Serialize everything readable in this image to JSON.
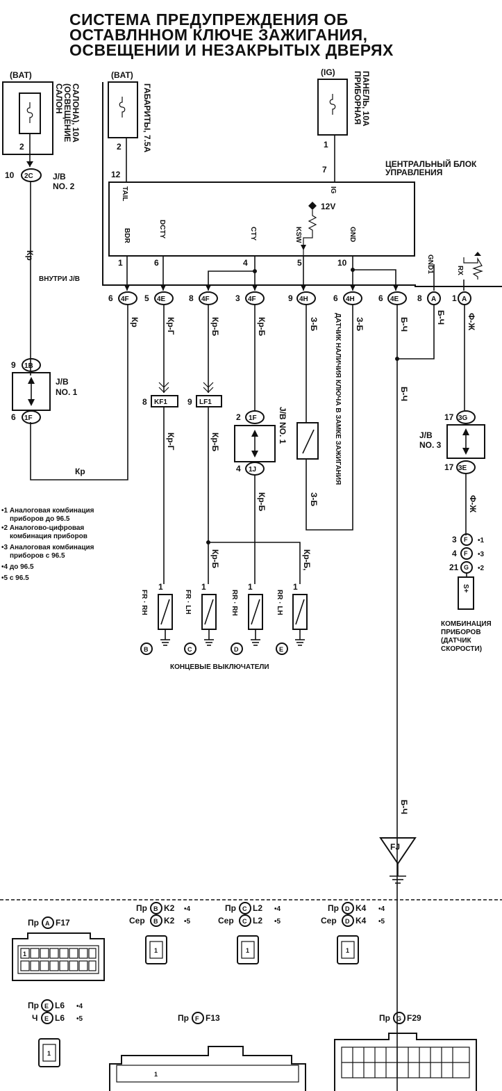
{
  "title": {
    "line1": "СИСТЕМА ПРЕДУПРЕЖДЕНИЯ ОБ",
    "line2": "ОСТАВЛННОМ КЛЮЧЕ ЗАЖИГАНИЯ,",
    "line3": "ОСВЕЩЕНИИ И НЕЗАКРЫТЫХ ДВЕРЯХ"
  },
  "fuses": {
    "salon": {
      "source": "(BAT)",
      "name_l1": "САЛОН",
      "name_l2": "(ОСВЕЩЕНИЕ",
      "name_l3": "САЛОНА), 10А",
      "pin": "2"
    },
    "gabarity": {
      "source": "(BAT)",
      "name": "ГАБАРИТЫ, 7.5А",
      "pin": "2"
    },
    "panel": {
      "source": "(IG)",
      "name_l1": "ПРИБОРНАЯ",
      "name_l2": "ПАНЕЛЬ, 10А",
      "pin": "1"
    }
  },
  "jb2": {
    "pin": "10",
    "conn": "2C",
    "label_l1": "J/B",
    "label_l2": "NO. 2"
  },
  "ecu": {
    "title_l1": "ЦЕНТРАЛЬНЫЙ БЛОК",
    "title_l2": "УПРАВЛЕНИЯ",
    "inside": "ВНУТРИ J/B",
    "v12": "12V",
    "pin_top_tail": "12",
    "pin_top_ig": "7",
    "term_tail": "TAIL",
    "term_ig": "IG",
    "term_bdr": "BDR",
    "term_dcty": "DCTY",
    "term_cty": "CTY",
    "term_ksw": "KSW",
    "term_gnd": "GND",
    "term_gnd1": "GND1",
    "term_rx": "RX",
    "inner_pins": [
      "1",
      "6",
      "4",
      "5",
      "10"
    ]
  },
  "connectors_row": [
    {
      "pin": "6",
      "conn": "4F"
    },
    {
      "pin": "5",
      "conn": "4E"
    },
    {
      "pin": "8",
      "conn": "4F"
    },
    {
      "pin": "3",
      "conn": "4F"
    },
    {
      "pin": "9",
      "conn": "4H"
    },
    {
      "pin": "6",
      "conn": "4H"
    },
    {
      "pin": "6",
      "conn": "4E"
    },
    {
      "pin": "8",
      "conn": "A"
    },
    {
      "pin": "1",
      "conn": "A"
    }
  ],
  "wires": {
    "kr": "Кр",
    "kr_g": "Кр-Г",
    "kr_b": "Кр-Б",
    "z_b": "З-Б",
    "b_ch": "Б-Ч",
    "f_zh": "Ф-Ж",
    "kr_b_dot": "Кр-Б,"
  },
  "jb1_left": {
    "pin_top": "9",
    "conn_top": "1B",
    "pin_bot": "6",
    "conn_bot": "1F",
    "label_l1": "J/B",
    "label_l2": "NO. 1"
  },
  "jb1_mid": {
    "pin_top": "2",
    "conn_top": "1F",
    "pin_bot": "4",
    "conn_bot": "1J",
    "label": "J/B NO. 1"
  },
  "jb3": {
    "pin_top": "17",
    "conn_top": "3G",
    "pin_bot": "17",
    "conn_bot": "3E",
    "label_l1": "J/B",
    "label_l2": "NO. 3"
  },
  "kf1": {
    "pin": "8",
    "name": "KF1"
  },
  "lf1": {
    "pin": "9",
    "name": "LF1"
  },
  "key_sensor": "ДАТЧИК НАЛИЧИЯ КЛЮЧА В ЗАМКЕ ЗАЖИГАНИЯ",
  "notes": [
    "•1 Аналоговая комбинация",
    "приборов до 96.5",
    "•2 Аналогово-цифровая",
    "комбинация приборов",
    "•3 Аналоговая комбинация",
    "приборов с 96.5",
    "•4 до 96.5",
    "•5 с 96.5"
  ],
  "switches": {
    "caption": "КОНЦЕВЫЕ ВЫКЛЮЧАТЕЛИ",
    "items": [
      {
        "name": "FR · RH",
        "letter": "B",
        "pin": "1"
      },
      {
        "name": "FR · LH",
        "letter": "C",
        "pin": "1"
      },
      {
        "name": "RR · RH",
        "letter": "D",
        "pin": "1"
      },
      {
        "name": "RR · LH",
        "letter": "E",
        "pin": "1"
      }
    ]
  },
  "cluster": {
    "rows": [
      {
        "pin": "3",
        "letter": "F",
        "note": "•1"
      },
      {
        "pin": "4",
        "letter": "F",
        "note": "•3"
      },
      {
        "pin": "21",
        "letter": "G",
        "note": "•2"
      }
    ],
    "box": "S+",
    "label_l1": "КОМБИНАЦИЯ",
    "label_l2": "ПРИБОРОВ",
    "label_l3": "(ДАТЧИК",
    "label_l4": "СКОРОСТИ)"
  },
  "ground": "FJ",
  "connector_views": {
    "A": {
      "prefix": "Пр",
      "letter": "A",
      "code": "F17"
    },
    "B": {
      "l1_prefix": "Пр",
      "l1_code": "K2",
      "l1_note": "•4",
      "l2_prefix": "Сер",
      "l2_code": "K2",
      "l2_note": "•5",
      "letter": "B"
    },
    "C": {
      "l1_prefix": "Пр",
      "l1_code": "L2",
      "l1_note": "•4",
      "l2_prefix": "Сер",
      "l2_code": "L2",
      "l2_note": "•5",
      "letter": "C"
    },
    "D": {
      "l1_prefix": "Пр",
      "l1_code": "K4",
      "l1_note": "•4",
      "l2_prefix": "Сер",
      "l2_code": "K4",
      "l2_note": "•5",
      "letter": "D"
    },
    "E": {
      "l1_prefix": "Пр",
      "l1_code": "L6",
      "l1_note": "•4",
      "l2_prefix": "Ч",
      "l2_code": "L6",
      "l2_note": "•5",
      "letter": "E"
    },
    "F": {
      "prefix": "Пр",
      "letter": "F",
      "code": "F13"
    },
    "G": {
      "prefix": "Пр",
      "letter": "G",
      "code": "F29"
    },
    "pin_label": "1"
  },
  "colors": {
    "ink": "#111111",
    "paper": "#ffffff"
  }
}
